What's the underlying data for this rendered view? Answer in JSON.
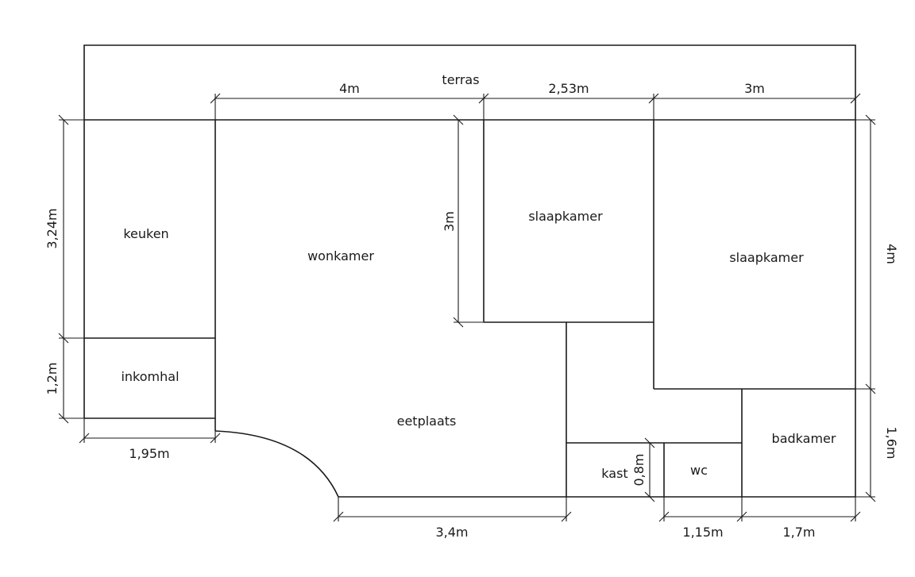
{
  "rooms": {
    "terras": "terras",
    "keuken": "keuken",
    "wonkamer": "wonkamer",
    "slaapkamer_1": "slaapkamer",
    "slaapkamer_2": "slaapkamer",
    "inkomhal": "inkomhal",
    "eetplaats": "eetplaats",
    "kast": "kast",
    "wc": "wc",
    "badkamer": "badkamer"
  },
  "dimensions": {
    "top_4m": "4m",
    "top_253m": "2,53m",
    "top_3m": "3m",
    "left_324m": "3,24m",
    "left_12m": "1,2m",
    "bottom_195m": "1,95m",
    "inner_3m": "3m",
    "right_4m": "4m",
    "right_16m": "1,6m",
    "kast_08m": "0,8m",
    "bottom_34m": "3,4m",
    "bottom_115m": "1,15m",
    "bottom_17m": "1,7m"
  }
}
